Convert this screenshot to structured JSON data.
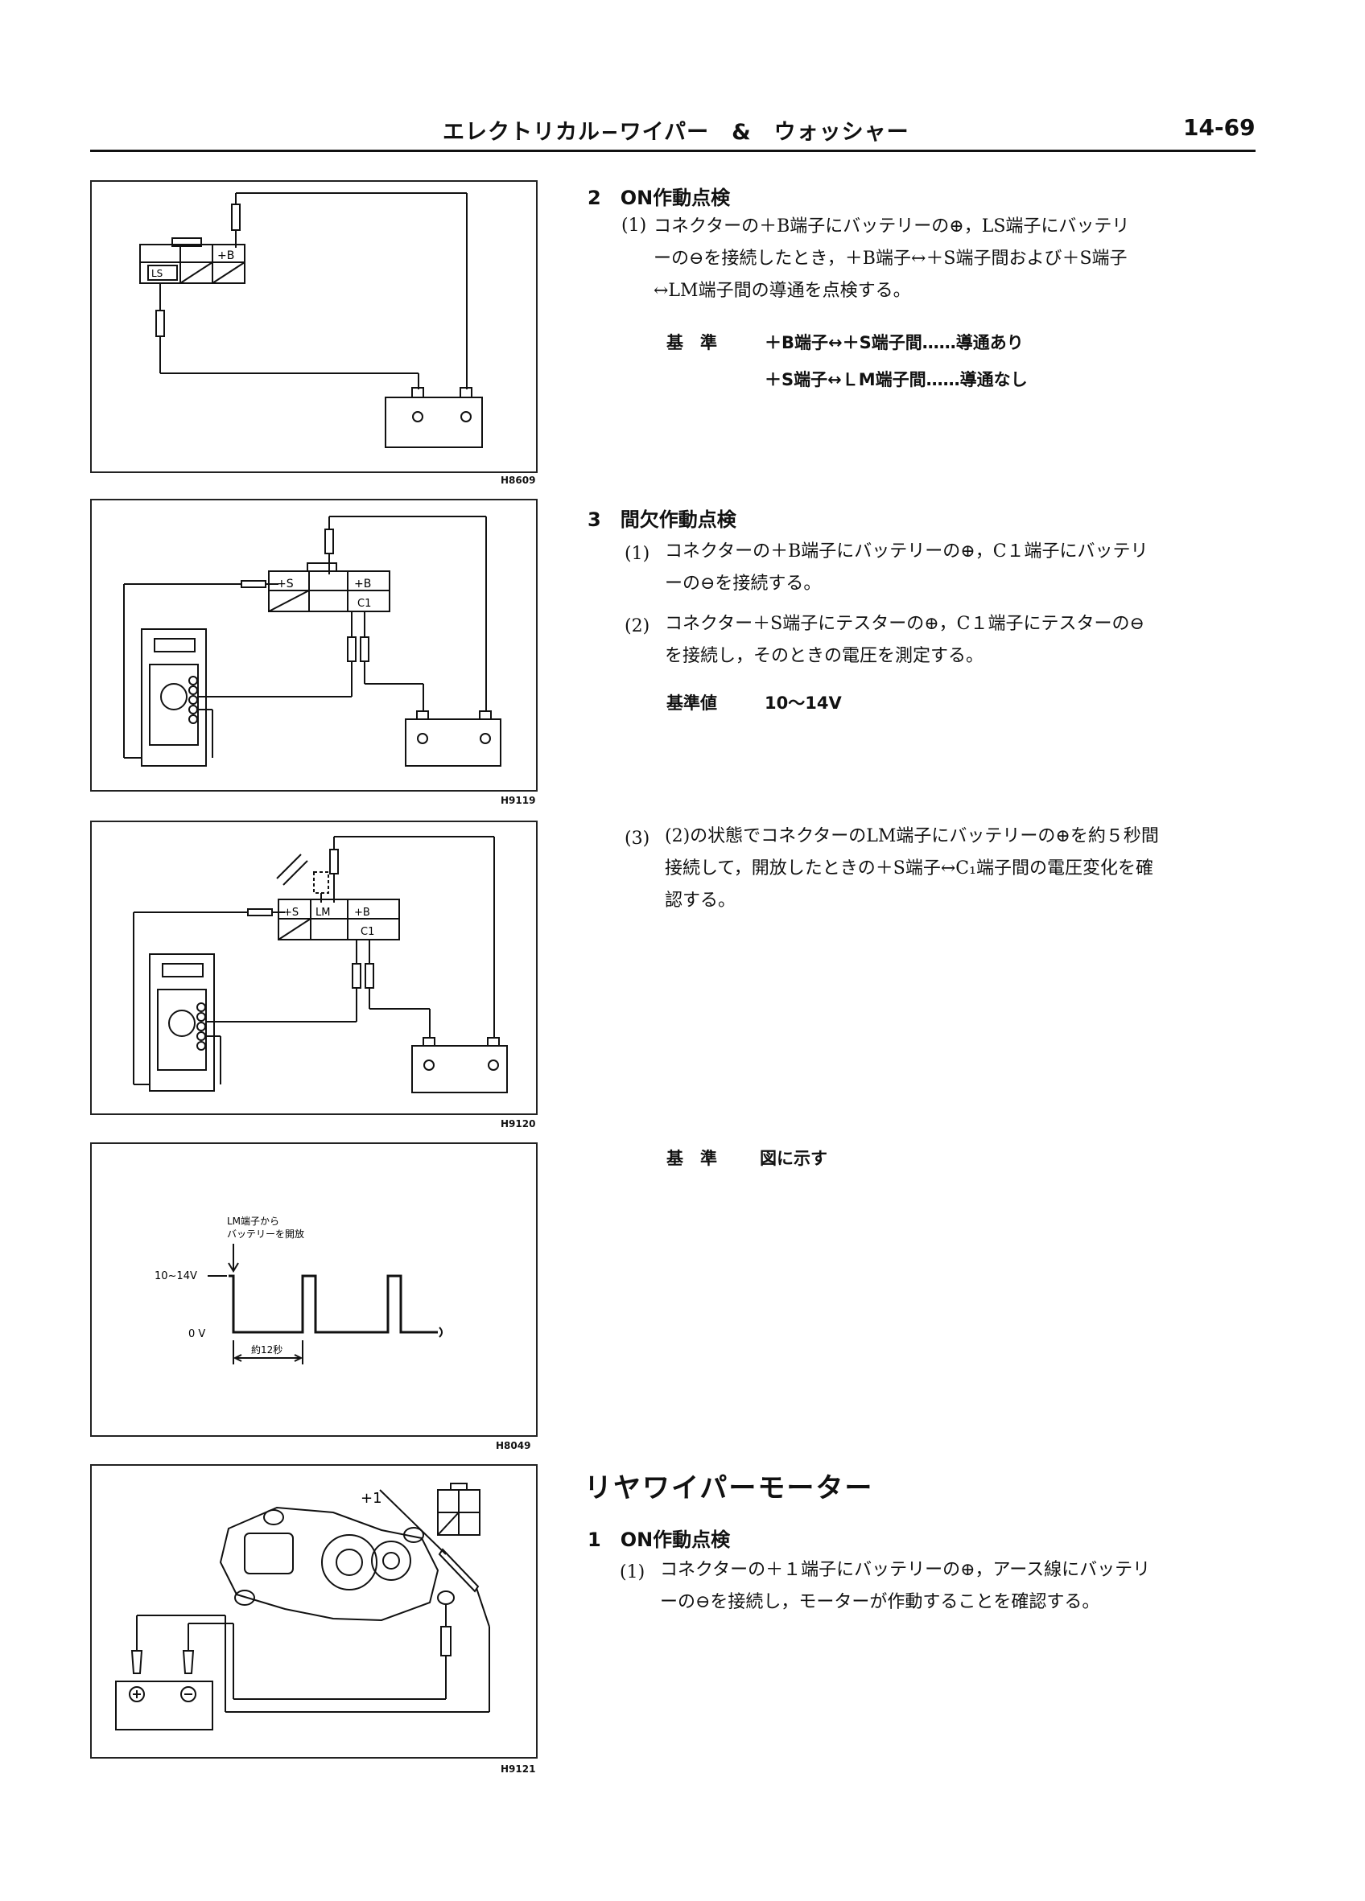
{
  "header": {
    "title": "エレクトリカル−ワイパー　&　ウォッシャー",
    "page": "14-69"
  },
  "figures": [
    {
      "code": "H8609",
      "labels": [
        "LS",
        "+B"
      ]
    },
    {
      "code": "H9119",
      "labels": [
        "+S",
        "+B",
        "C1"
      ]
    },
    {
      "code": "H9120",
      "labels": [
        "+S",
        "LM",
        "+B",
        "C1"
      ]
    },
    {
      "code": "H8049",
      "labels": [
        "LM端子から",
        "バッテリーを開放",
        "10~14V",
        "0 V",
        "約12秒"
      ]
    },
    {
      "code": "H9121",
      "labels": [
        "+1"
      ]
    }
  ],
  "section2": {
    "heading": "2　ON作動点検",
    "item1_num": "(1)",
    "item1_lines": [
      "コネクターの＋B端子にバッテリーの⊕，LS端子にバッテリ",
      "ーの⊖を接続したとき，＋B端子↔＋S端子間および＋S端子",
      "↔LM端子間の導通を点検する。"
    ],
    "std_label": "基　準",
    "std_lines": [
      "＋B端子↔＋S端子間……導通あり",
      "＋S端子↔ＬM端子間……導通なし"
    ]
  },
  "section3": {
    "heading": "3　間欠作動点検",
    "item1_num": "(1)",
    "item1_lines": [
      "コネクターの＋B端子にバッテリーの⊕，C１端子にバッテリ",
      "ーの⊖を接続する。"
    ],
    "item2_num": "(2)",
    "item2_lines": [
      "コネクター＋S端子にテスターの⊕，C１端子にテスターの⊖",
      "を接続し，そのときの電圧を測定する。"
    ],
    "std_label": "基準値",
    "std_value": "10〜14V",
    "item3_num": "(3)",
    "item3_lines": [
      "(2)の状態でコネクターのLM端子にバッテリーの⊕を約５秒間",
      "接続して，開放したときの＋S端子↔C₁端子間の電圧変化を確",
      "認する。"
    ],
    "std2_label": "基　準",
    "std2_value": "図に示す"
  },
  "rear": {
    "title": "リヤワイパーモーター",
    "heading": "1　ON作動点検",
    "item1_num": "(1)",
    "item1_lines": [
      "コネクターの＋１端子にバッテリーの⊕，アース線にバッテリ",
      "ーの⊖を接続し，モーターが作動することを確認する。"
    ]
  }
}
